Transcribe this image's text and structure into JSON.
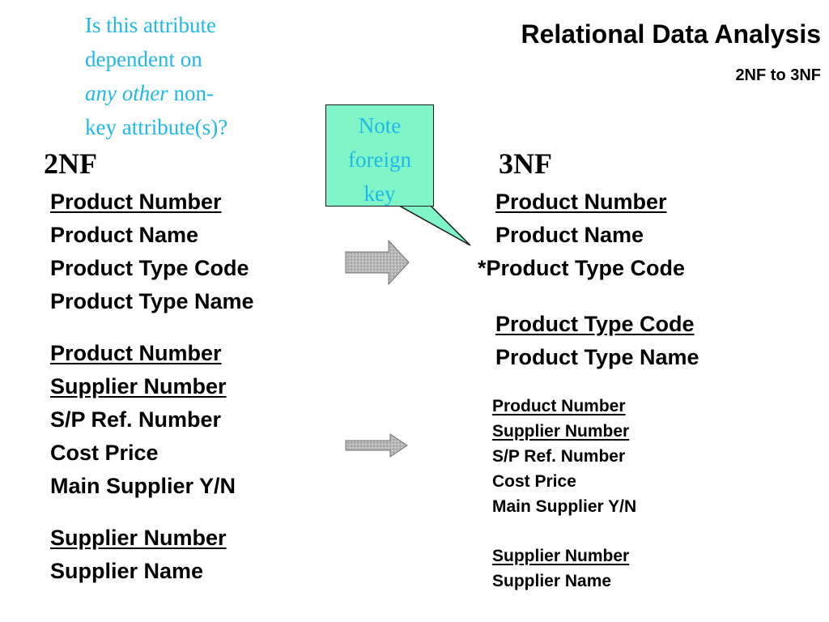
{
  "question": {
    "line1": "Is this attribute",
    "line2": "dependent on",
    "line3_italic": "any other",
    "line3_rest": " non-",
    "line4": "key attribute(s)?"
  },
  "header": {
    "title": "Relational Data Analysis",
    "subtitle": "2NF to 3NF"
  },
  "note": {
    "lines": [
      "Note",
      "foreign",
      "key"
    ]
  },
  "left": {
    "label": "2NF",
    "groups": [
      {
        "items": [
          {
            "text": "Product Number",
            "key": true
          },
          {
            "text": "Product Name",
            "key": false
          },
          {
            "text": "Product Type Code",
            "key": false
          },
          {
            "text": "Product Type Name",
            "key": false
          }
        ]
      },
      {
        "items": [
          {
            "text": "Product Number",
            "key": true
          },
          {
            "text": "Supplier Number",
            "key": true
          },
          {
            "text": "S/P Ref. Number",
            "key": false
          },
          {
            "text": "Cost Price",
            "key": false
          },
          {
            "text": "Main Supplier Y/N",
            "key": false
          }
        ]
      },
      {
        "items": [
          {
            "text": "Supplier Number",
            "key": true
          },
          {
            "text": "Supplier Name",
            "key": false
          }
        ]
      }
    ]
  },
  "right": {
    "label": "3NF",
    "groups": [
      {
        "items": [
          {
            "text": "Product Number",
            "key": true
          },
          {
            "text": "Product Name",
            "key": false
          },
          {
            "text": "*Product Type Code",
            "key": false
          }
        ]
      },
      {
        "items": [
          {
            "text": "Product Type Code",
            "key": true
          },
          {
            "text": "Product Type Name",
            "key": false
          }
        ]
      },
      {
        "items": [
          {
            "text": "Product Number",
            "key": true
          },
          {
            "text": "Supplier Number",
            "key": true
          },
          {
            "text": "S/P Ref. Number",
            "key": false
          },
          {
            "text": "Cost Price",
            "key": false
          },
          {
            "text": "Main Supplier Y/N",
            "key": false
          }
        ]
      },
      {
        "items": [
          {
            "text": "Supplier Number",
            "key": true
          },
          {
            "text": "Supplier Name",
            "key": false
          }
        ]
      }
    ]
  },
  "colors": {
    "question_text": "#1fb8e8",
    "note_fill": "#7ff5c8",
    "arrow_fill": "#b5b5b5"
  },
  "icons": [
    "right-arrow-icon",
    "right-arrow-icon"
  ]
}
